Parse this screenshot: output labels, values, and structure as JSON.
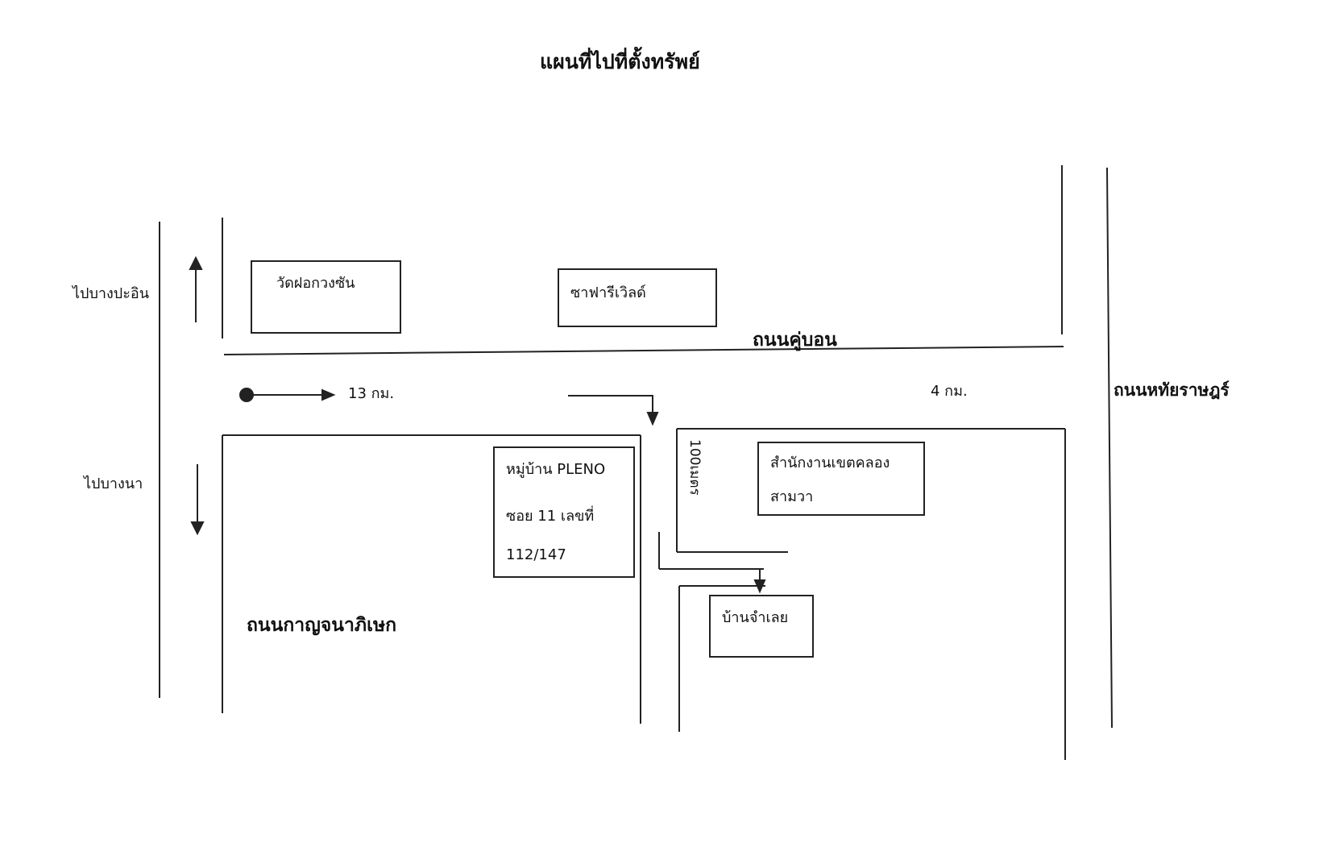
{
  "map": {
    "title": "แผนที่ไปที่ตั้งทรัพย์",
    "roads": {
      "khu_bon": "ถนนคู่บอน",
      "hathai_rat": "ถนนหทัยราษฎร์",
      "kanchanaphisek": "ถนนกาญจนาภิเษก"
    },
    "directions": {
      "to_bang_pa_in": "ไปบางปะอิน",
      "to_bang_na": "ไปบางนา"
    },
    "distances": {
      "km13": "13 กม.",
      "km4": "4 กม.",
      "m100": "100เมตร"
    },
    "landmarks": {
      "wat": "วัดฝอกวงซัน",
      "safari": "ซาฟารีเวิลด์",
      "office_line1": "สำนักงานเขตคลอง",
      "office_line2": "สามวา",
      "village_line1": "หมู่บ้าน PLENO",
      "village_line2": "ซอย 11 เลขที่",
      "village_line3": "112/147",
      "target_house": "บ้านจำเลย"
    }
  }
}
